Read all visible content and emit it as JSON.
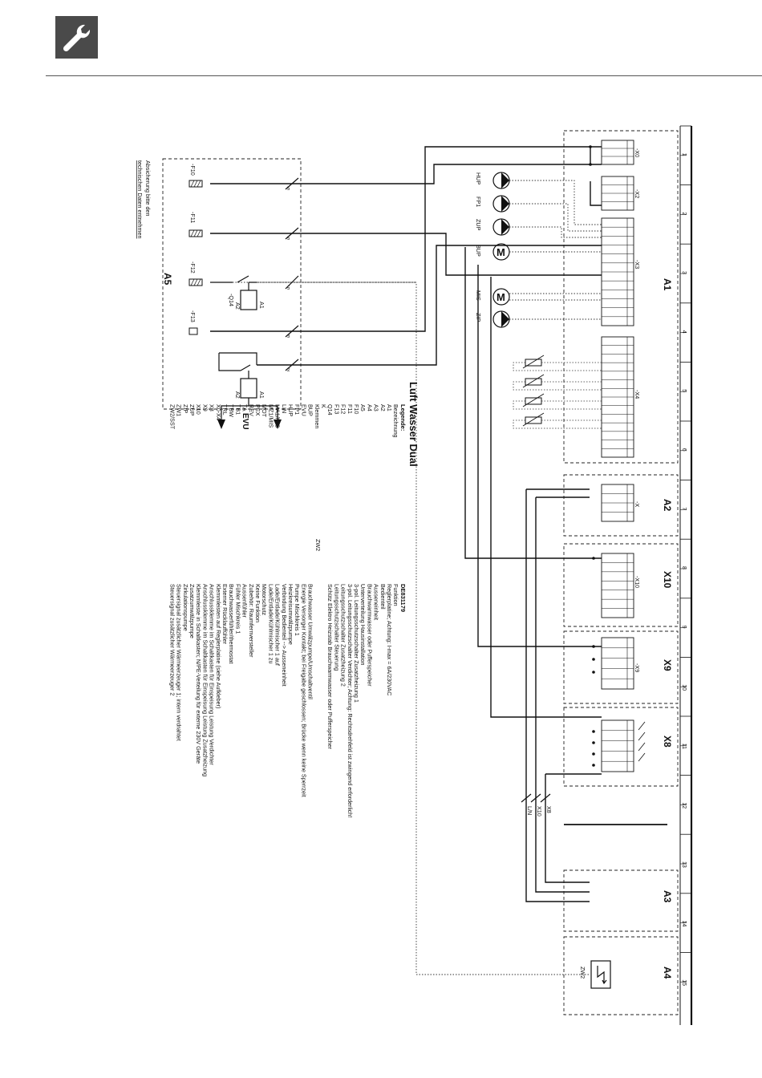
{
  "header": {
    "icon": "wrench-icon"
  },
  "ruler_numbers": [
    "1",
    "2",
    "3",
    "4",
    "5",
    "6",
    "7",
    "8",
    "9",
    "10",
    "11",
    "12",
    "13",
    "14",
    "15"
  ],
  "modules": {
    "a1": "A1",
    "a2": "A2",
    "x10": "X10",
    "x9": "X9",
    "x8": "X8",
    "a3": "A3",
    "a4": "A4",
    "a5": "A5"
  },
  "terminal_blocks": {
    "x0": "-X0",
    "x2": "-X2",
    "x3": "-X3",
    "x4": "-X4",
    "x": "-X",
    "x10": "-X10",
    "x9": "-X9"
  },
  "pumps": {
    "hup": "HUP",
    "fp1": "FP1",
    "zup": "ZUP",
    "bup": "BUP",
    "mis": "MIS",
    "zip": "ZIP"
  },
  "fuses": {
    "f10": "-F10",
    "f11": "-F11",
    "f12": "-F12",
    "f13": "-F13"
  },
  "contactor": {
    "q14": "-Q14",
    "a1": "A1",
    "a2": "A2"
  },
  "evu": {
    "label": "EVU",
    "a1": "A1",
    "a2": "A2"
  },
  "zw2_label": "ZW2",
  "side_cables": [
    "X8",
    "X10",
    "L/N"
  ],
  "fuse_note": [
    "Absicherung bitte den",
    "technischen Daten entnehmen"
  ],
  "legend": {
    "title": "Luft Wasser Dual",
    "heading": "Legende:",
    "doc_id": "DE831179",
    "col1_title": "Bezeichnung",
    "col2_title": "Funktion",
    "rows": [
      [
        "A1",
        "Reglerplatine; Achtung: I-max = 6A/230VAC"
      ],
      [
        "A2",
        "Bedienteil"
      ],
      [
        "A3",
        "Ausseneinheit"
      ],
      [
        "A4",
        "Brauchwarmwasser oder Pufferspeicher"
      ],
      [
        "A5",
        "Unterverteilung Hausinstallation"
      ],
      [
        "F10",
        "3-pol. Leitungsschutzschalter Zusatzheizung 1"
      ],
      [
        "F11",
        "3-pol. Leitungsschutzschalter Verdichter; Achtung: Rechtsdrehfeld ist zwingend erforderlich!"
      ],
      [
        "F12",
        "Leitungsschutzschalter Zusatzheizung 2"
      ],
      [
        "F13",
        "Leitungsschutzschalter Steuerung"
      ],
      [
        "Q14",
        "Schütz Elektro Heizstab Brauchwarmwasser oder Pufferspeicher"
      ],
      [
        "K",
        ""
      ],
      [
        "Klemmen",
        ""
      ],
      [
        "BUP",
        "Brauchwasser Umwälzpumpe/Umschaltventil"
      ],
      [
        "EVU",
        "Energie Versorger Kontakt; bei Freigabe geschlossen; Brücke wenn keine Sperrzeit"
      ],
      [
        "FP1",
        "Pumpe Mischkreis 1"
      ],
      [
        "HUP",
        "Heizkreisumwälzpumpe"
      ],
      [
        "LIN",
        "Verbindung Bedienteil --> Ausseneinheit"
      ],
      [
        "MA1/MIS",
        "Lade/Entlade/Kühlmischer 1 auf"
      ],
      [
        "MZ1/MIS",
        "Lade/Entlade/Kühlmischer 1 zu"
      ],
      [
        "MOT",
        "Motorschutz"
      ],
      [
        "PEX",
        "Keine Funktion"
      ],
      [
        "REV",
        "Zubehör: Raumfernversteller"
      ],
      [
        "TA",
        "Aussenfühler"
      ],
      [
        "TB1",
        "Fühler Mischkreis 1"
      ],
      [
        "TBW",
        "Brauchwasserfühler/thermostat"
      ],
      [
        "TRL",
        "Externer Rücklauffühler"
      ],
      [
        "X0-X4",
        "Klemmleisten auf Reglerplatine (siehe Aufkleber)"
      ],
      [
        "X8",
        "Anschlussklemme im Schaltkasten für Einspeisung Leistung Verdichter"
      ],
      [
        "X9",
        "Anschlussklemme im Schaltkasten für Einspeisung Leistung Zusatzheizung"
      ],
      [
        "X10",
        "Klemmleiste in Schaltkasten; N/PE-Verteilung für externe 230V Geräte"
      ],
      [
        "ZUP",
        "Zusatzumwälzpumpe"
      ],
      [
        "ZIP",
        "Zirkulationspumpe"
      ],
      [
        "ZW1",
        "Steuersignal zusätzlicher Wärmeerzeuger 1; intern verdrahtet"
      ],
      [
        "ZW2/SST",
        "Steuersignal zusätzlicher Wärmeerzeuger 2"
      ]
    ],
    "zw2_extra": "ZW2"
  }
}
